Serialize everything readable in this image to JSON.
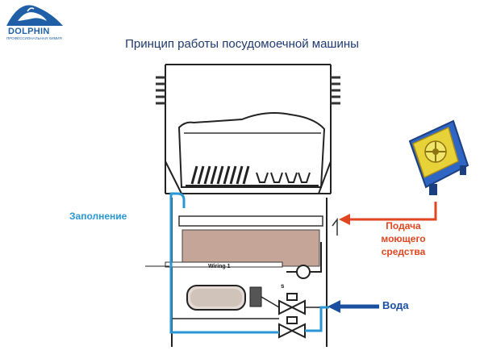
{
  "logo": {
    "brand": "DOLPHIN",
    "tagline": "ПРОФЕССИОНАЛЬНАЯ ХИМИЯ",
    "colors": {
      "primary": "#1f5fa8"
    }
  },
  "title": "Принцип работы посудомоечной машины",
  "labels": {
    "fill": "Заполнение",
    "detergent_feed": "Подача моющего средства",
    "water": "Вода",
    "wiring": "Wiring 1",
    "valve_mark": "s"
  },
  "colors": {
    "fill_line": "#2a96d4",
    "detergent_line": "#e0461f",
    "water_line": "#1a4fa0",
    "tank": "#c5a597",
    "pump_body": "#2f66c4",
    "pump_cover": "#e8d23a"
  }
}
